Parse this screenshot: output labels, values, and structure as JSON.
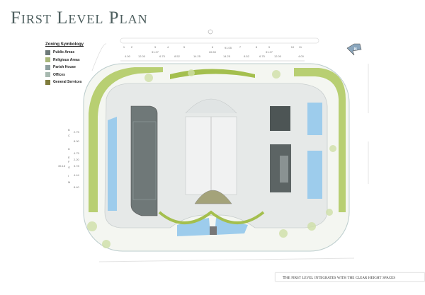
{
  "title": "First Level Plan",
  "legend": {
    "title": "Zoning Symbology",
    "items": [
      {
        "label": "Public Areas",
        "color": "#6e7a7a"
      },
      {
        "label": "Religious Areas",
        "color": "#a9b77a"
      },
      {
        "label": "Parish House",
        "color": "#8d9f9f"
      },
      {
        "label": "Offices",
        "color": "#a7b9b0"
      },
      {
        "label": "General Services",
        "color": "#7f7c3c"
      }
    ]
  },
  "grid_columns": [
    "1",
    "2",
    "3",
    "4",
    "5",
    "6",
    "7",
    "8",
    "9",
    "10",
    "11"
  ],
  "grid_rows": [
    "B",
    "C",
    "D",
    "E",
    "F",
    "G",
    "I",
    "M"
  ],
  "top_dims_overall": [
    "31.27",
    "26.50",
    "91.05",
    "31.27"
  ],
  "top_dims_bays": [
    "4.00",
    "12.00",
    "6.75",
    "8.52",
    "14.25",
    "14.25",
    "8.52",
    "6.75",
    "12.00",
    "4.00"
  ],
  "left_dims": [
    "2.75",
    "8.00",
    "4.75",
    "2.20",
    "3.78",
    "35.18",
    "4.44",
    "8.40"
  ],
  "north_arrow": "N",
  "caption": "The first level integrates with the clear height spaces"
}
